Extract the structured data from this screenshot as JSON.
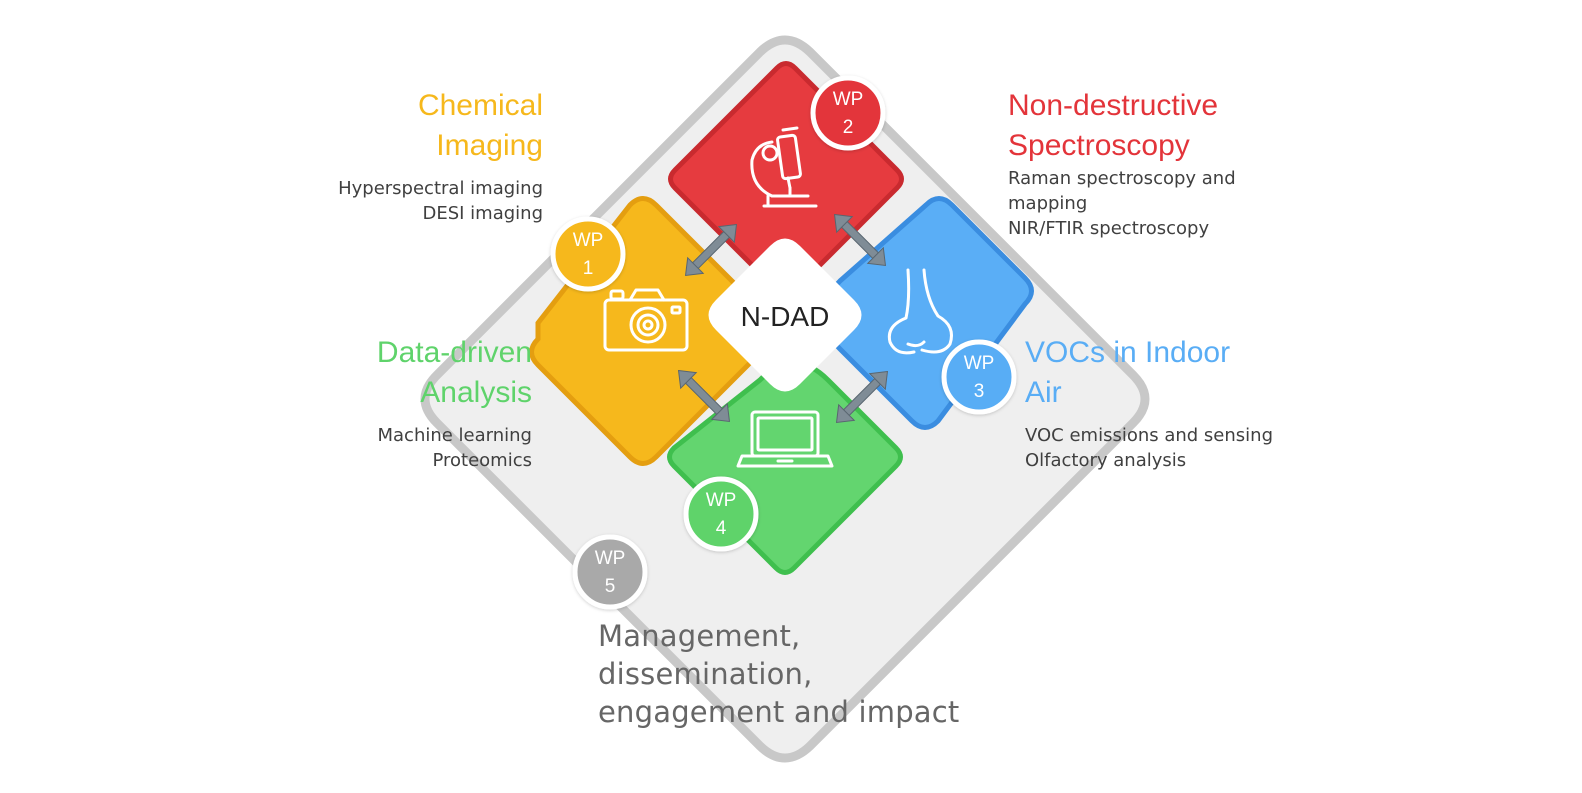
{
  "center": {
    "label": "N-DAD"
  },
  "work_packages": [
    {
      "id": "wp1",
      "prefix": "WP",
      "number": "1",
      "color": "#f6b81c"
    },
    {
      "id": "wp2",
      "prefix": "WP",
      "number": "2",
      "color": "#e3343a"
    },
    {
      "id": "wp3",
      "prefix": "WP",
      "number": "3",
      "color": "#59adf5"
    },
    {
      "id": "wp4",
      "prefix": "WP",
      "number": "4",
      "color": "#5fd36b"
    },
    {
      "id": "wp5",
      "prefix": "WP",
      "number": "5",
      "color": "#a9a9a9"
    }
  ],
  "sections": {
    "chemical_imaging": {
      "title_lines": [
        "Chemical",
        "Imaging"
      ],
      "items": [
        "Hyperspectral imaging",
        "DESI imaging"
      ],
      "color": "#f6b81c",
      "icon": "camera-icon"
    },
    "spectroscopy": {
      "title_lines": [
        "Non-destructive",
        "Spectroscopy"
      ],
      "items": [
        "Raman spectroscopy and",
        "mapping",
        "NIR/FTIR spectroscopy"
      ],
      "color": "#e3343a",
      "icon": "microscope-icon"
    },
    "vocs": {
      "title_lines": [
        "VOCs in Indoor",
        "Air"
      ],
      "items": [
        "VOC emissions and sensing",
        "Olfactory analysis"
      ],
      "color": "#59adf5",
      "icon": "nose-icon"
    },
    "data_driven": {
      "title_lines": [
        "Data-driven",
        "Analysis"
      ],
      "items": [
        "Machine learning",
        "Proteomics"
      ],
      "color": "#5fd36b",
      "icon": "laptop-icon"
    },
    "management": {
      "title_lines": [
        "Management, dissemination,",
        "engagement and impact"
      ],
      "color": "#a9a9a9"
    }
  },
  "colors": {
    "outer_fill": "#efefef",
    "outer_border": "#c8c8c8",
    "arrow": "#7f8c96"
  }
}
